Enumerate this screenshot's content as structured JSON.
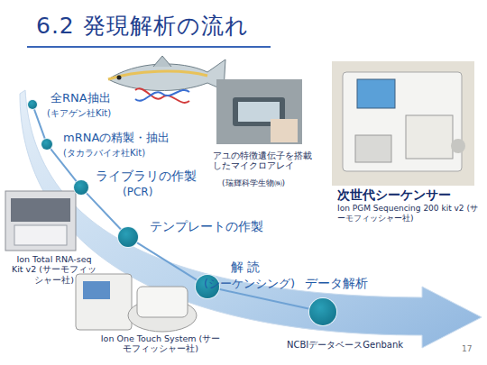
{
  "diagram": {
    "title": "6.2 発現解析の流れ",
    "nodes": [
      {
        "text": [
          "全RNA抽出",
          "(キアゲン社Kit)"
        ]
      },
      {
        "text": [
          "mRNAの精製・抽出",
          "(タカラバイオ社Kit)"
        ]
      },
      {
        "text": [
          "ライブラリの作製",
          "(PCR)"
        ]
      },
      {
        "text": [
          "テンプレートの作製"
        ]
      },
      {
        "text": [
          "解 読",
          "(シーケンシング)"
        ]
      },
      {
        "text": [
          "データ解析"
        ]
      }
    ],
    "edges": [
      {
        "from": 0,
        "to": 1,
        "arrow": "none"
      },
      {
        "from": 1,
        "to": 2,
        "arrow": "none"
      },
      {
        "from": 2,
        "to": 3,
        "arrow": "none"
      },
      {
        "from": 3,
        "to": 4,
        "arrow": "none"
      },
      {
        "from": 4,
        "to": 5,
        "arrow": "none"
      }
    ],
    "labels": [
      "アユの特徴遺伝子を搭載したマイクロアレイ",
      "(瑞輝科学生物㈱)",
      "次世代シーケンサー",
      "Ion PGM Sequencing 200 kit v2 (サーモフィッシャー社)",
      "Ion Total RNA-seq Kit v2 (サーモフィッシャー社)",
      "Ion One Touch System (サーモフィッシャー社)",
      "NCBIデータベースGenbank",
      "17"
    ]
  }
}
